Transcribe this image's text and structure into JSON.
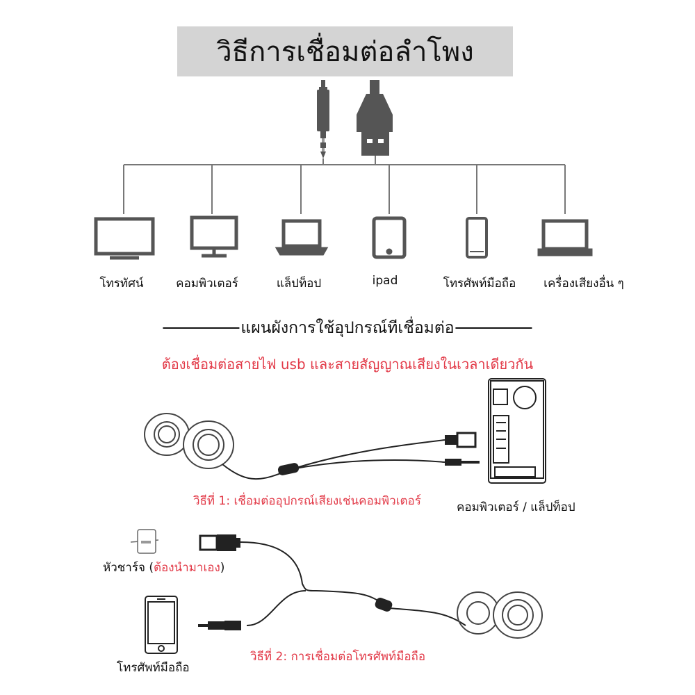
{
  "title": "วิธีการเชื่อมต่อลำโพง",
  "connectors": [
    {
      "icon": "audio-jack-icon"
    },
    {
      "icon": "usb-plug-icon"
    }
  ],
  "devices": [
    {
      "label": "โทรทัศน์",
      "icon": "tv-icon"
    },
    {
      "label": "คอมพิวเตอร์",
      "icon": "monitor-icon"
    },
    {
      "label": "แล็ปท็อป",
      "icon": "laptop-icon"
    },
    {
      "label": "ipad",
      "icon": "tablet-icon"
    },
    {
      "label": "โทรศัพท์มือถือ",
      "icon": "smartphone-icon"
    },
    {
      "label": "เครื่องเสียงอื่น ๆ",
      "icon": "other-audio-device-icon"
    }
  ],
  "diagram_heading": "แผนผังการใช้อุปกรณ์ทีเชื่อมต่อ",
  "warning": "ต้องเชื่อมต่อสายไฟ usb และสายสัญญาณเสียงในเวลาเดียวกัน",
  "method1": {
    "caption": "วิธีที่ 1: เชื่อมต่ออุปกรณ์เสียงเช่นคอมพิวเตอร์",
    "device_label": "คอมพิวเตอร์ / แล็ปท็อป"
  },
  "method2": {
    "charger_label": "หัวชาร์จ (",
    "charger_note": "ต้องนำมาเอง",
    "charger_close": ")",
    "phone_label": "โทรศัพท์มือถือ",
    "caption": "วิธีที่ 2: การเชื่อมต่อโทรศัพท์มือถือ"
  },
  "colors": {
    "accent_red": "#e23a48",
    "title_bg": "#d4d4d4",
    "icon_gray": "#555555"
  }
}
